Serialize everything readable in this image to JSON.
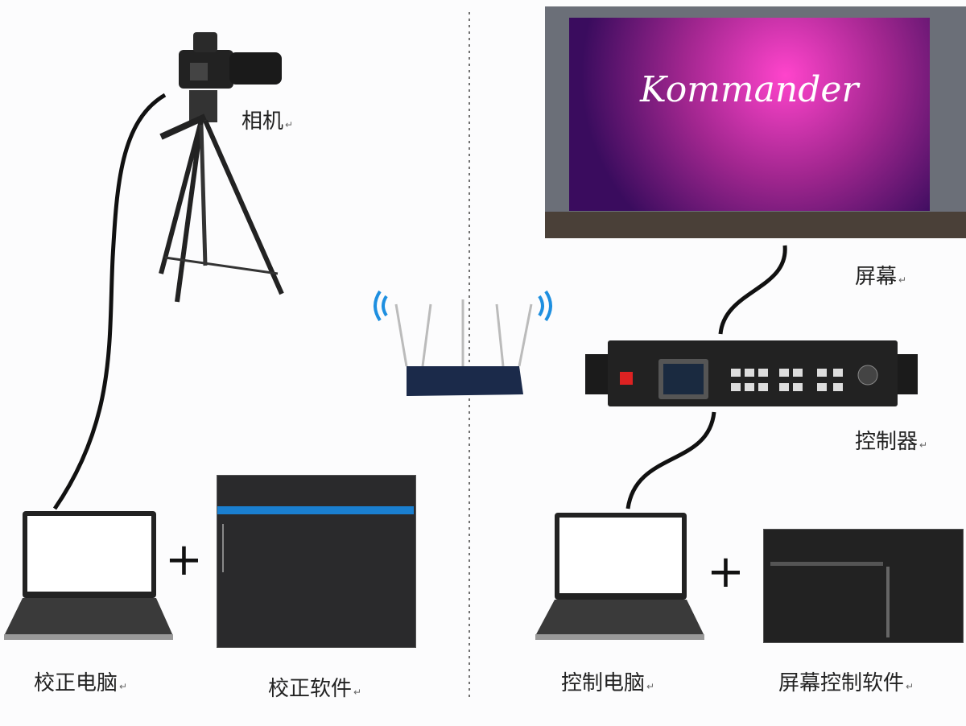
{
  "left": {
    "camera_label": "相机",
    "calibration_pc_label": "校正电脑",
    "calibration_software_label": "校正软件"
  },
  "right": {
    "screen_label": "屏幕",
    "controller_label": "控制器",
    "control_pc_label": "控制电脑",
    "screen_control_software_label": "屏幕控制软件",
    "screen_brand_text": "Kommander"
  },
  "paragraph_mark": "↵",
  "plus_sign": "+",
  "colors": {
    "cable": "#111111",
    "software_bg": "#2a2a2c",
    "software_highlight": "#1a7fd0",
    "wifi": "#1e8fe0",
    "router": "#1b2a4a"
  }
}
